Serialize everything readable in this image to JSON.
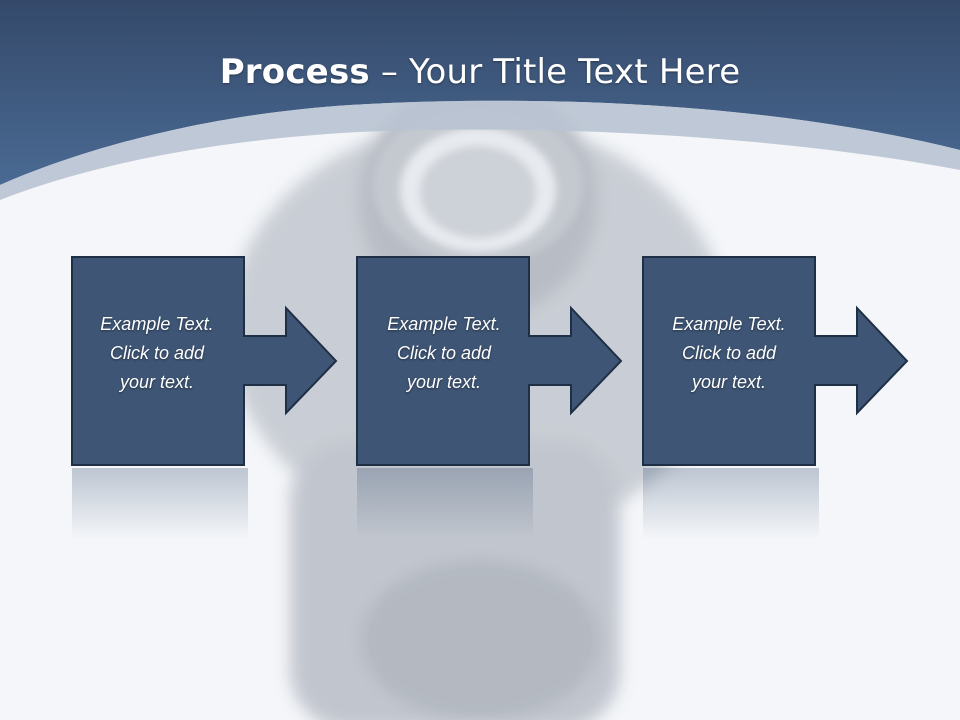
{
  "slide": {
    "title_bold": "Process",
    "title_rest": " – Your Title Text Here"
  },
  "steps": [
    {
      "lines": [
        "Example Text.",
        "Click  to add",
        "your text."
      ]
    },
    {
      "lines": [
        "Example Text.",
        "Click  to add",
        "your text."
      ]
    },
    {
      "lines": [
        "Example Text.",
        "Click  to add",
        "your text."
      ]
    }
  ],
  "colors": {
    "header": "#3e5a80",
    "box": "#3e5575",
    "box_border": "#1f2f45",
    "background": "#f4f6f9"
  },
  "background_image": "blurred-revolver-barrel-photo"
}
